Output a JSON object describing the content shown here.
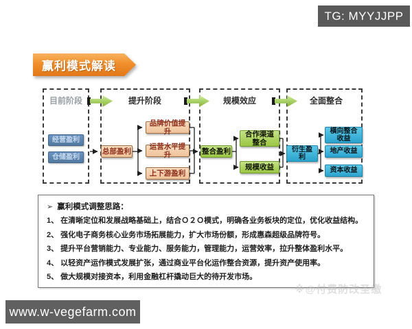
{
  "badge": {
    "label": "TG: MYYJJPP"
  },
  "title": {
    "label": "赢利模式解读"
  },
  "diagram": {
    "stages": [
      {
        "label": "目前阶段"
      },
      {
        "label": "提升阶段"
      },
      {
        "label": "规模效应"
      },
      {
        "label": "全面整合"
      }
    ],
    "nodes": {
      "operating": "经营盈利",
      "warehouse": "仓储盈利",
      "headquarters": "总部盈利",
      "brand": "品牌价值提升",
      "operation_level": "运营水平提升",
      "updownstream": "上下游盈利",
      "integration": "整合盈利",
      "channel": "合作渠道整合",
      "scale": "规模收益",
      "derivative": "衍生盈利",
      "horizontal": "横向整合收益",
      "realestate": "地产收益",
      "capital": "资本收益"
    }
  },
  "notes": {
    "bullet": "➢",
    "title": "赢利模式调整思路：",
    "items": [
      "1、 在清晰定位和发展战略基础上，结合Ｏ２Ｏ模式，明确各业务板块的定位，优化收益结构。",
      "2、 强化电子商务核心业务市场拓展能力，扩大市场份额，形成惠森超级品牌符号。",
      "3、 提升平台营销能力、专业能力、服务能力，管理能力，运营效率，拉升整体盈利水平。",
      "4、 以轻资产运作模式发展扩张，通过商业平台化运作整合资源，提升资产使用率。",
      "5、 做大规模对接资本，利用金融杠杆撬动巨大的待开发市场。"
    ]
  },
  "watermarks": {
    "site": "www.w-vegefarm.com",
    "corner": "※@付费防改圣缴"
  },
  "colors": {
    "banner_orange": "#ef8f2c",
    "badge_gray": "#595959",
    "node_blue": "#53799e",
    "node_salmon": "#eec29a",
    "node_green": "#9bc743",
    "node_cyan": "#2ba3cd",
    "arrow_green": "#a5ce62"
  }
}
